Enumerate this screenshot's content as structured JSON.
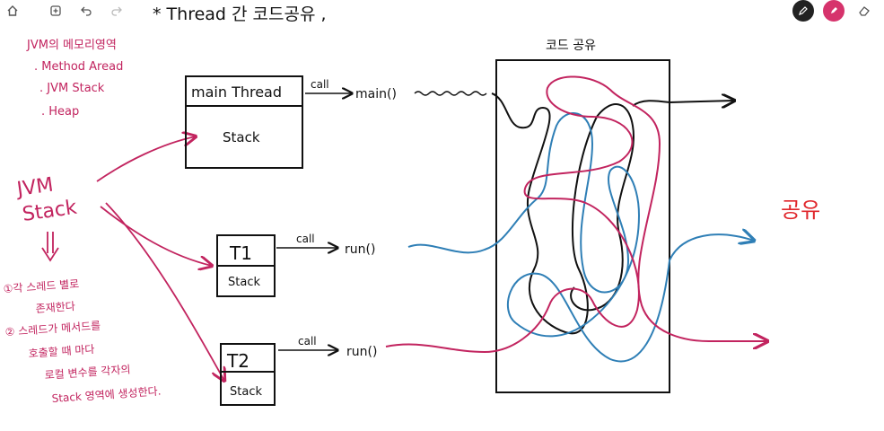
{
  "toolbar": {
    "home_icon": "home-icon",
    "add_page_icon": "add-page-icon",
    "undo_icon": "undo-icon",
    "redo_icon": "redo-icon",
    "pen_icon": "pen-icon",
    "highlighter_icon": "highlighter-icon",
    "eraser_icon": "eraser-icon"
  },
  "colors": {
    "black": "#111111",
    "magenta": "#c2245f",
    "blue": "#2f7fb6",
    "red": "#e0262b",
    "accent_dark": "#222222",
    "accent_pink": "#d6336c"
  },
  "diagram": {
    "title": "*  Thread 간 코드공유 ,",
    "memory_heading": "JVM의 메모리영역",
    "memory_items": [
      ". Method Aread",
      ". JVM Stack",
      ". Heap"
    ],
    "jvm_label_1": "JVM",
    "jvm_label_2": "Stack",
    "note1_a": "①각 스레드 별로",
    "note1_b": "존재한다",
    "note2_a": "② 스레드가 메서드를",
    "note2_b": "호출할 때 마다",
    "note2_c": "로컬 변수를 각자의",
    "note2_d": "Stack 영역에 생성한다.",
    "main_thread_label": "main Thread",
    "main_stack_label": "Stack",
    "t1_label": "T1",
    "t1_stack_label": "Stack",
    "t2_label": "T2",
    "t2_stack_label": "Stack",
    "call_main": "call",
    "call_t1": "call",
    "call_t2": "call",
    "main_method": "main()",
    "run_t1": "run()",
    "run_t2": "run()",
    "shared_code_label": "코드 공유",
    "side_note": "공유"
  }
}
